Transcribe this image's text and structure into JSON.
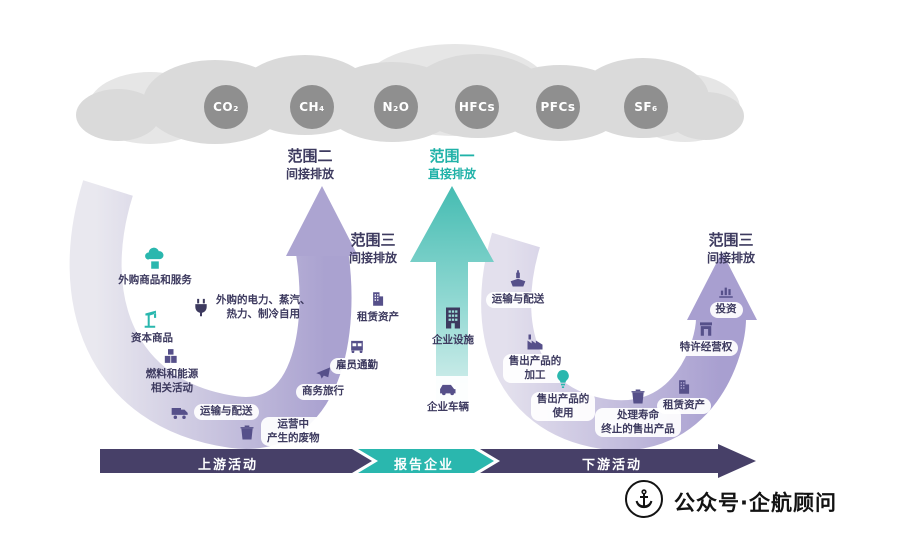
{
  "gases": [
    "CO₂",
    "CH₄",
    "N₂O",
    "HFCs",
    "PFCs",
    "SF₆"
  ],
  "scopes": {
    "scope2": {
      "title": "范围二",
      "subtitle": "间接排放"
    },
    "scope1": {
      "title": "范围一",
      "subtitle": "直接排放"
    },
    "scope3_upstream": {
      "title": "范围三",
      "subtitle": "间接排放"
    },
    "scope3_downstream": {
      "title": "范围三",
      "subtitle": "间接排放"
    }
  },
  "upstream": {
    "items": [
      {
        "label": "外购商品和服务",
        "icon": "cloud-goods-icon"
      },
      {
        "label": "资本商品",
        "icon": "crane-icon"
      },
      {
        "label": "燃料和能源\n相关活动",
        "icon": "barrels-icon"
      },
      {
        "label": "运输与配送",
        "icon": "truck-icon"
      },
      {
        "label": "运营中\n产生的废物",
        "icon": "waste-icon"
      },
      {
        "label": "商务旅行",
        "icon": "plane-icon"
      },
      {
        "label": "雇员通勤",
        "icon": "bus-icon"
      },
      {
        "label": "租赁资产",
        "icon": "building-icon"
      },
      {
        "label": "外购的电力、蒸汽、\n热力、制冷自用",
        "icon": "plug-icon"
      }
    ]
  },
  "company": {
    "items": [
      {
        "label": "企业设施",
        "icon": "office-icon"
      },
      {
        "label": "企业车辆",
        "icon": "car-icon"
      }
    ]
  },
  "downstream": {
    "items": [
      {
        "label": "运输与配送",
        "icon": "ship-icon"
      },
      {
        "label": "售出产品的\n加工",
        "icon": "factory-icon"
      },
      {
        "label": "售出产品的\n使用",
        "icon": "bulb-icon"
      },
      {
        "label": "处理寿命\n终止的售出产品",
        "icon": "waste-icon"
      },
      {
        "label": "租赁资产",
        "icon": "building-icon"
      },
      {
        "label": "特许经营权",
        "icon": "store-icon"
      },
      {
        "label": "投资",
        "icon": "chart-icon"
      }
    ]
  },
  "bottom_bar": {
    "upstream": "上游活动",
    "company": "报告企业",
    "downstream": "下游活动"
  },
  "watermark": {
    "text": "公众号·企航顾问",
    "logo_icon": "anchor-icon"
  },
  "colors": {
    "teal": "#2ab7ae",
    "navy": "#3d3a5f",
    "bar_purple": "#474068",
    "arc_purple": "#a89fd0",
    "gas_circle_gray": "#8f8f8f"
  }
}
